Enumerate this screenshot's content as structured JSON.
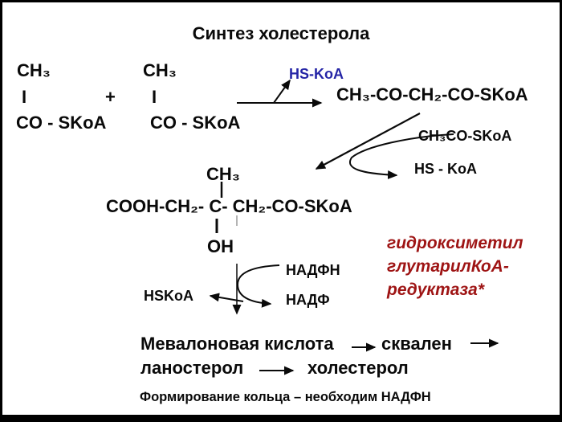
{
  "title": "Синтез холестерола",
  "colors": {
    "background": "#ffffff",
    "border": "#000000",
    "ink": "#0a0a0a",
    "accent_blue": "#2525a6",
    "accent_red": "#9e1414"
  },
  "reactant_left": {
    "methyl": "CH₃",
    "bond": "I",
    "acyl": "CO - SKoA"
  },
  "plus_sign": "+",
  "reactant_right": {
    "methyl": "CH₃",
    "bond": "I",
    "acyl": "CO - SKoA"
  },
  "condensation": {
    "byproduct": "HS-KoA",
    "product": "CH₃-CO-CH₂-CO-SKoA"
  },
  "second_condensation": {
    "substrate": "CH₃CO-SKoA",
    "byproduct": "HS - KoA"
  },
  "hmg_coa": {
    "methyl": "CH₃",
    "backbone": "COOH-CH₂- C- CH₂-CO-SKoA",
    "hydroxyl": "OH"
  },
  "reduction": {
    "cofactor_in": "НАДФН",
    "cofactor_out": "НАДФ",
    "byproduct": "HSKoA"
  },
  "enzyme_note": {
    "line1": "гидроксиметил",
    "line2": "глутарилКоА-",
    "line3": "редуктаза*"
  },
  "pathway": {
    "step1": "Мевалоновая кислота",
    "step2": "сквален",
    "step3": "ланостерол",
    "step4": "холестерол"
  },
  "footnote": "Формирование кольца – необходим НАДФН"
}
